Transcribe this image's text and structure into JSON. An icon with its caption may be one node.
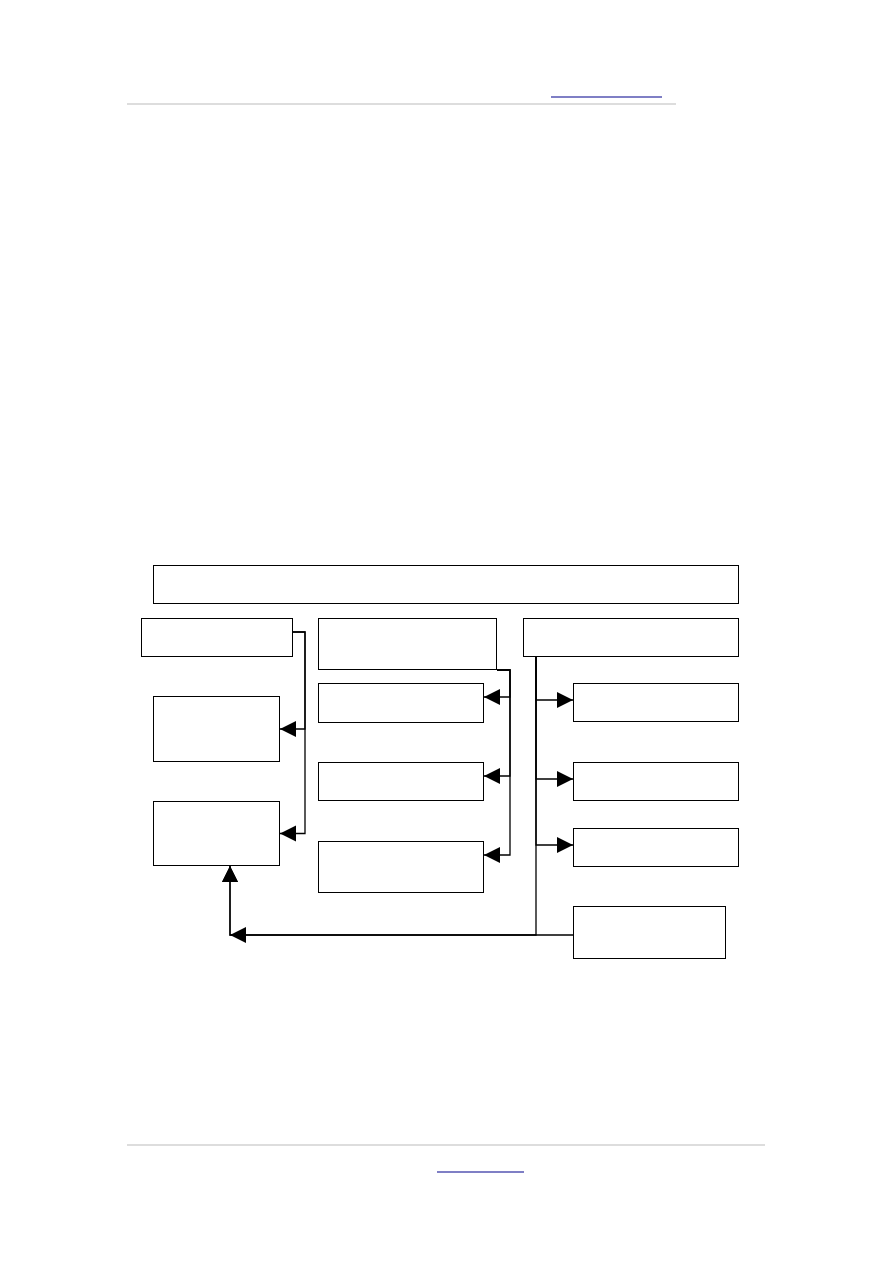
{
  "diagram": {
    "nodes": [
      {
        "text": [],
        "shape": "box"
      },
      {
        "text": [],
        "shape": "box"
      },
      {
        "text": [],
        "shape": "box"
      },
      {
        "text": [],
        "shape": "box"
      },
      {
        "text": [],
        "shape": "box"
      },
      {
        "text": [],
        "shape": "box"
      },
      {
        "text": [],
        "shape": "box"
      },
      {
        "text": [],
        "shape": "box"
      },
      {
        "text": [],
        "shape": "box"
      },
      {
        "text": [],
        "shape": "box"
      },
      {
        "text": [],
        "shape": "box"
      },
      {
        "text": [],
        "shape": "box"
      },
      {
        "text": [],
        "shape": "box"
      }
    ],
    "edges": [
      {
        "from": 1,
        "to": 6,
        "arrow": "to"
      },
      {
        "from": 1,
        "to": 9,
        "arrow": "to"
      },
      {
        "from": 2,
        "to": 4,
        "arrow": "to"
      },
      {
        "from": 2,
        "to": 7,
        "arrow": "to"
      },
      {
        "from": 2,
        "to": 11,
        "arrow": "to"
      },
      {
        "from": 3,
        "to": 5,
        "arrow": "to"
      },
      {
        "from": 3,
        "to": 8,
        "arrow": "to"
      },
      {
        "from": 3,
        "to": 10,
        "arrow": "to"
      },
      {
        "from": 3,
        "to": 9,
        "arrow": "to"
      },
      {
        "from": 12,
        "to": 9,
        "arrow": "to"
      }
    ]
  }
}
